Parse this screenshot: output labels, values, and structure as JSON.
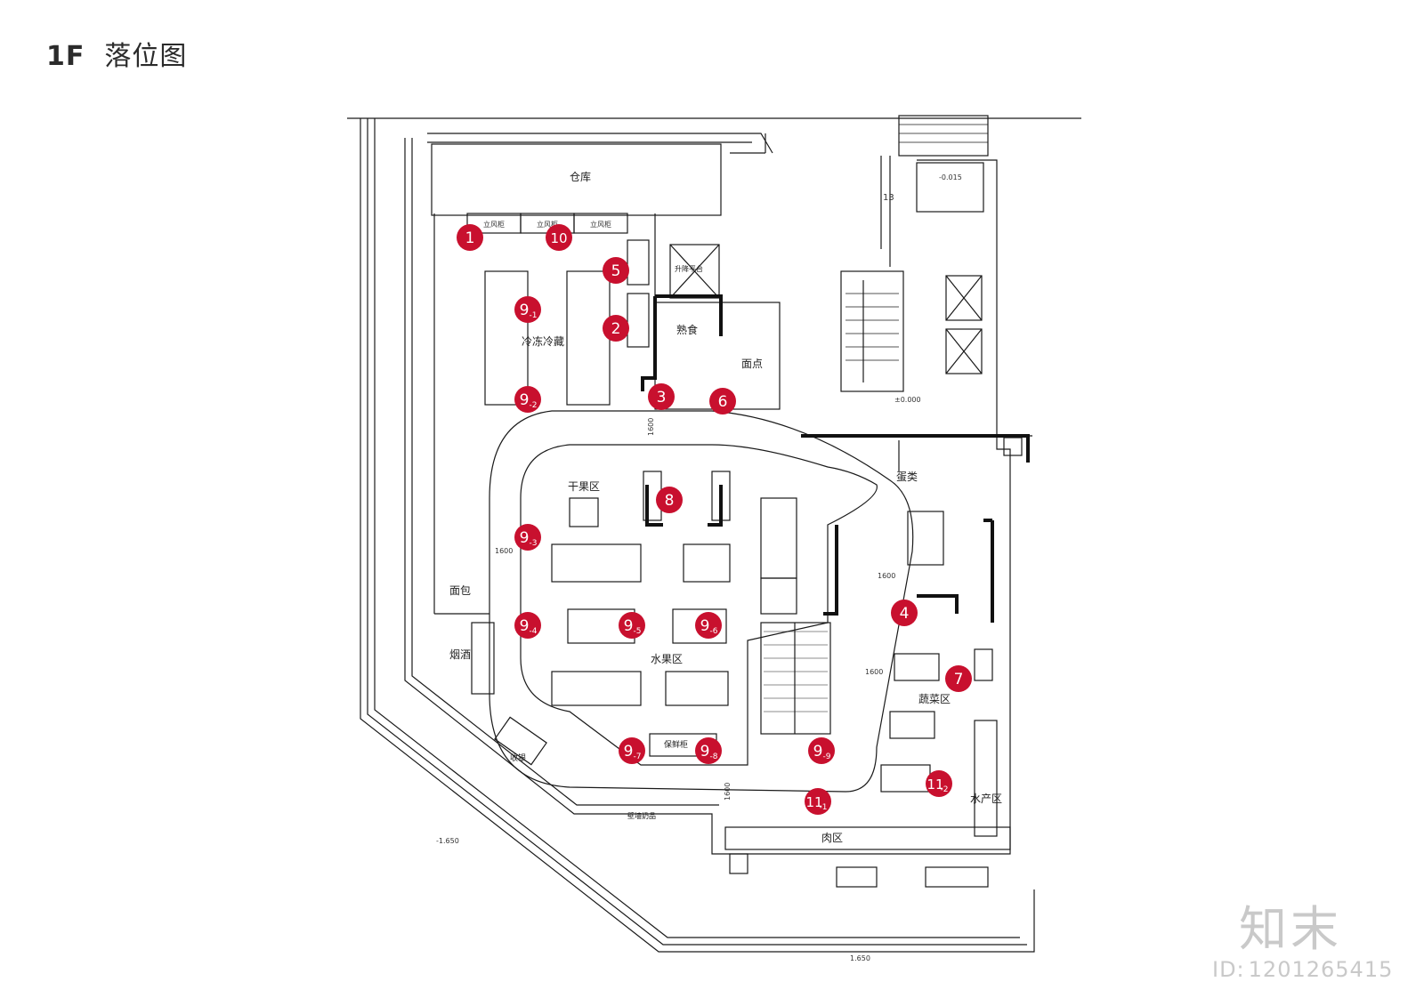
{
  "title": {
    "level": "1F",
    "name": "落位图"
  },
  "zones": {
    "warehouse": "仓库",
    "frozen": "冷冻冷藏",
    "deli": "熟食",
    "pastry": "面点",
    "dried_fruit": "干果区",
    "fruit": "水果区",
    "bread": "面包",
    "tobacco": "烟酒",
    "cashier": "收银",
    "vegetables": "蔬菜区",
    "eggs": "蛋类",
    "aquatic": "水产区",
    "meat": "肉区",
    "lift": "升降平台",
    "fresh_cabinet": "保鲜柜",
    "dairy": "壁墙奶品"
  },
  "cabinets": [
    "立风柜",
    "立风柜",
    "立风柜"
  ],
  "dimensions": [
    "1600",
    "1600",
    "1600",
    "1600",
    "1600"
  ],
  "levels": {
    "elev_a": "-0.015",
    "elev_b": "±0.000",
    "elev_c": "-1.650",
    "elev_d": "1.650",
    "floor_no": "13"
  },
  "markers": [
    {
      "id": "m1",
      "main": "1",
      "sub": ""
    },
    {
      "id": "m10",
      "main": "10",
      "sub": ""
    },
    {
      "id": "m5",
      "main": "5",
      "sub": ""
    },
    {
      "id": "m2",
      "main": "2",
      "sub": ""
    },
    {
      "id": "m9-1",
      "main": "9",
      "sub": "-1"
    },
    {
      "id": "m9-2",
      "main": "9",
      "sub": "-2"
    },
    {
      "id": "m3",
      "main": "3",
      "sub": ""
    },
    {
      "id": "m6",
      "main": "6",
      "sub": ""
    },
    {
      "id": "m8",
      "main": "8",
      "sub": ""
    },
    {
      "id": "m9-3",
      "main": "9",
      "sub": "-3"
    },
    {
      "id": "m9-4",
      "main": "9",
      "sub": "-4"
    },
    {
      "id": "m9-5",
      "main": "9",
      "sub": "-5"
    },
    {
      "id": "m9-6",
      "main": "9",
      "sub": "-6"
    },
    {
      "id": "m9-7",
      "main": "9",
      "sub": "-7"
    },
    {
      "id": "m9-8",
      "main": "9",
      "sub": "-8"
    },
    {
      "id": "m9-9",
      "main": "9",
      "sub": "-9"
    },
    {
      "id": "m4",
      "main": "4",
      "sub": ""
    },
    {
      "id": "m7",
      "main": "7",
      "sub": ""
    },
    {
      "id": "m11-1",
      "main": "11",
      "sub": "-1"
    },
    {
      "id": "m11-2",
      "main": "11",
      "sub": "-2"
    }
  ],
  "colors": {
    "marker": "#c8102e",
    "line": "#1a1a1a",
    "watermark": "#c9c9c9"
  },
  "watermark": {
    "logo": "知末",
    "id_prefix": "ID:",
    "id": "1201265415"
  }
}
